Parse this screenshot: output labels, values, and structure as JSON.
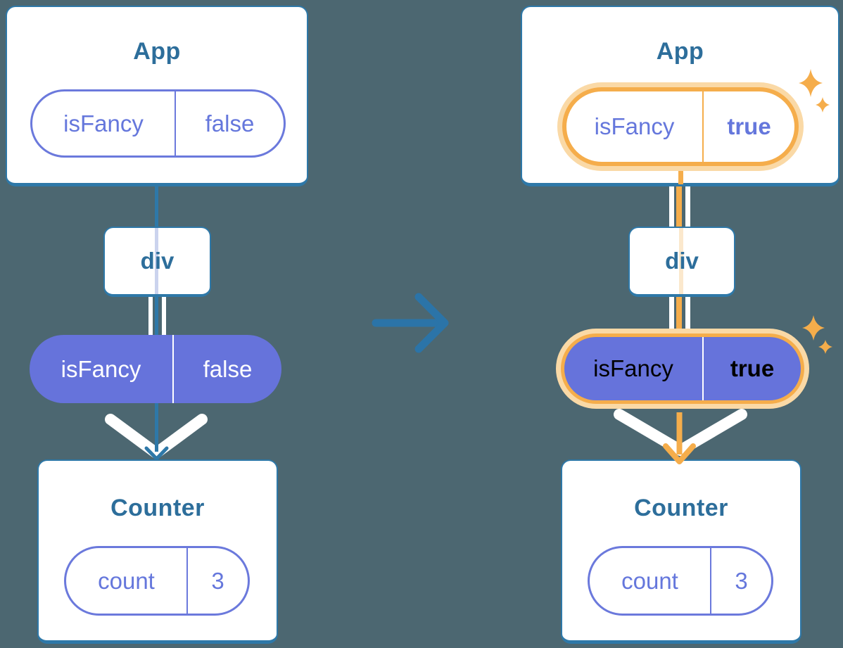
{
  "diagram": {
    "description": "React state-change diagram: App passes isFancy prop through div to Counter; left tree before (isFancy=false), right tree after (isFancy=true) with highlighted changed prop",
    "before": {
      "app": {
        "title": "App",
        "prop_pill": {
          "name": "isFancy",
          "value": "false"
        }
      },
      "middle_node": {
        "label": "div"
      },
      "passed_prop_pill": {
        "name": "isFancy",
        "value": "false"
      },
      "counter": {
        "title": "Counter",
        "state_pill": {
          "name": "count",
          "value": "3"
        }
      }
    },
    "after": {
      "app": {
        "title": "App",
        "prop_pill": {
          "name": "isFancy",
          "value": "true"
        }
      },
      "middle_node": {
        "label": "div"
      },
      "passed_prop_pill": {
        "name": "isFancy",
        "value": "true"
      },
      "counter": {
        "title": "Counter",
        "state_pill": {
          "name": "count",
          "value": "3"
        }
      }
    }
  },
  "icons": {
    "transition_arrow": "right-arrow between before/after trees",
    "flow_arrow": "large white chevron arrow pointing down into Counter",
    "sparkle": "four-point star marking changed value"
  },
  "colors": {
    "background": "#4C6771",
    "card_fill": "#FFFFFF",
    "card_border": "#2E78A8",
    "title_text": "#2D6E9B",
    "pill_purple_fill": "#6673DB",
    "pill_purple_border": "#6B79DC",
    "pill_purple_text": "#6577DC",
    "highlight_orange": "#F5AD4B",
    "highlight_halo": "#FAD9A6",
    "through_line_lavender": "#CBD3EE",
    "through_line_pale_orange": "#FBE8CD",
    "transition_arrow": "#2B74A8"
  }
}
